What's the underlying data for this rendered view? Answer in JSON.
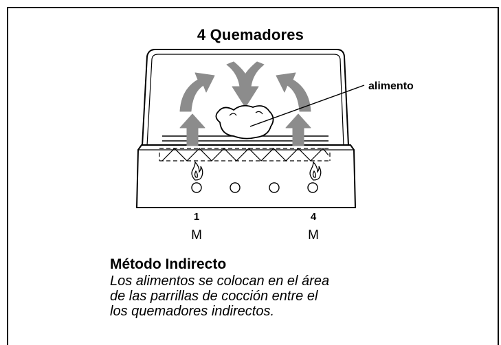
{
  "title": "4 Quemadores",
  "callout_label": "alimento",
  "burners": [
    {
      "number": "1",
      "setting": "M"
    },
    {
      "number": "4",
      "setting": "M"
    }
  ],
  "method": {
    "heading": "Método Indirecto",
    "description_lines": [
      "Los alimentos se colocan en el área",
      "de las parrillas de cocción entre el",
      "los quemadores indirectos."
    ]
  },
  "colors": {
    "arrow": "#8c8c8c",
    "line": "#000000",
    "background": "#ffffff"
  },
  "icons": [
    "flame-icon",
    "knob-icon",
    "arrow-icon"
  ]
}
